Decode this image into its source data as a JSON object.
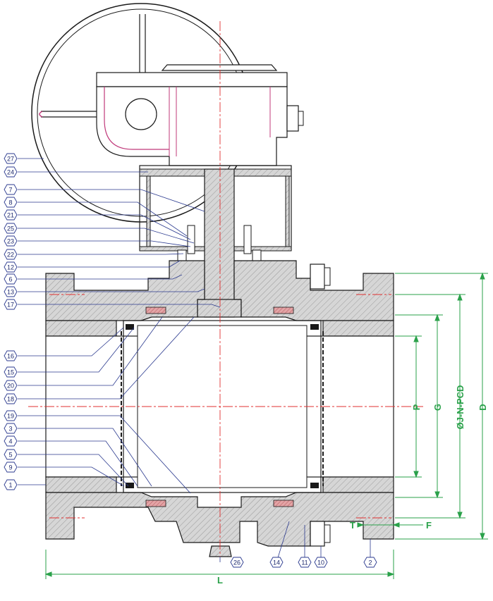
{
  "balloons": {
    "b27": "27",
    "b24": "24",
    "b7": "7",
    "b8": "8",
    "b21": "21",
    "b25": "25",
    "b23": "23",
    "b22": "22",
    "b12": "12",
    "b6": "6",
    "b13": "13",
    "b17": "17",
    "b16": "16",
    "b15": "15",
    "b20": "20",
    "b18": "18",
    "b19": "19",
    "b3": "3",
    "b4": "4",
    "b5": "5",
    "b9": "9",
    "b1": "1",
    "b26": "26",
    "b14": "14",
    "b11": "11",
    "b10": "10",
    "b2": "2"
  },
  "dimensions": {
    "P": "P",
    "G": "G",
    "J": "ØJ-N-PCD",
    "D": "D",
    "T": "T",
    "F": "F",
    "L": "L"
  },
  "colors": {
    "outline": "#1a1a1a",
    "hatch": "#c8c8c8",
    "gearbox": "#c0397a",
    "leader": "#2b3a8f",
    "dimension": "#2aa14a",
    "centerline": "#e03030",
    "seal": "#d4888a"
  }
}
